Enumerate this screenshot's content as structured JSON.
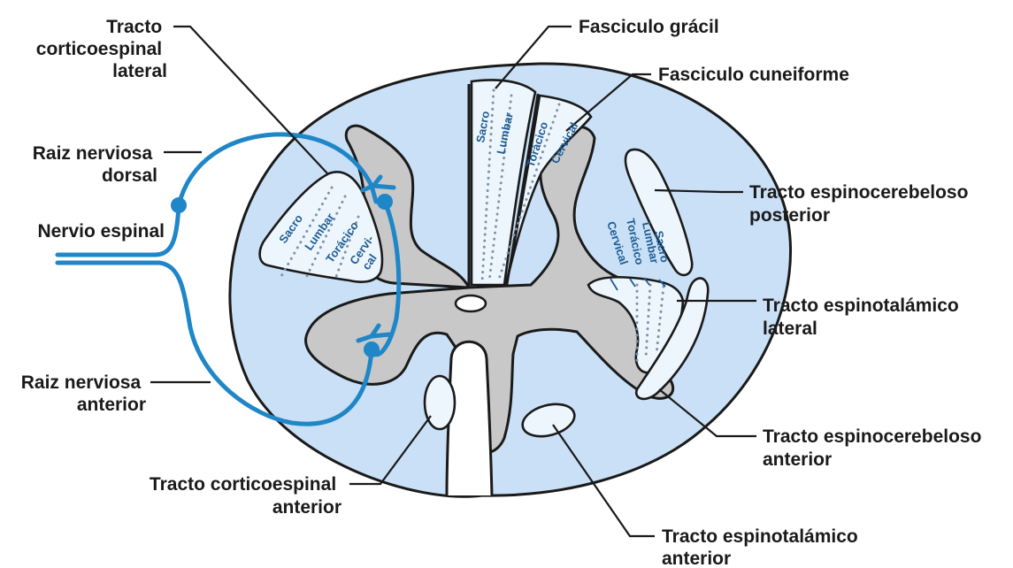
{
  "labels": {
    "corticospinal_lateral": [
      "Tracto",
      "corticoespinal",
      "lateral"
    ],
    "dorsal_root": [
      "Raiz nerviosa",
      "dorsal"
    ],
    "spinal_nerve": "Nervio espinal",
    "anterior_root": [
      "Raiz nerviosa",
      "anterior"
    ],
    "corticospinal_anterior": [
      "Tracto corticoespinal",
      "anterior"
    ],
    "gracile": "Fasciculo grácil",
    "cuneate": "Fasciculo cuneiforme",
    "spinocerebellar_posterior": [
      "Tracto espinocerebeloso",
      "posterior"
    ],
    "spinothalamic_lateral": [
      "Tracto espinotalámico",
      "lateral"
    ],
    "spinocerebellar_anterior": [
      "Tracto espinocerebeloso",
      "anterior"
    ],
    "spinothalamic_anterior": [
      "Tracto espinotalámico",
      "anterior"
    ]
  },
  "layers": {
    "lateral_corticospinal": [
      "Sacro",
      "Lumbar",
      "Torácico",
      "Cervi-",
      "cal"
    ],
    "dorsal_columns": [
      "Sacro",
      "Lumbar",
      "Torácico",
      "Cervical"
    ],
    "spinothalamic": [
      "Sacro",
      "Lumbar",
      "Torácico",
      "Cervical"
    ]
  },
  "colors": {
    "white_matter": "#c9e0f6",
    "gray_matter": "#c8c8c8",
    "tract_fill": "#eef6fd",
    "nerve": "#1f86c8",
    "layer_text": "#1f5d96",
    "outline": "#1a1a1a"
  }
}
